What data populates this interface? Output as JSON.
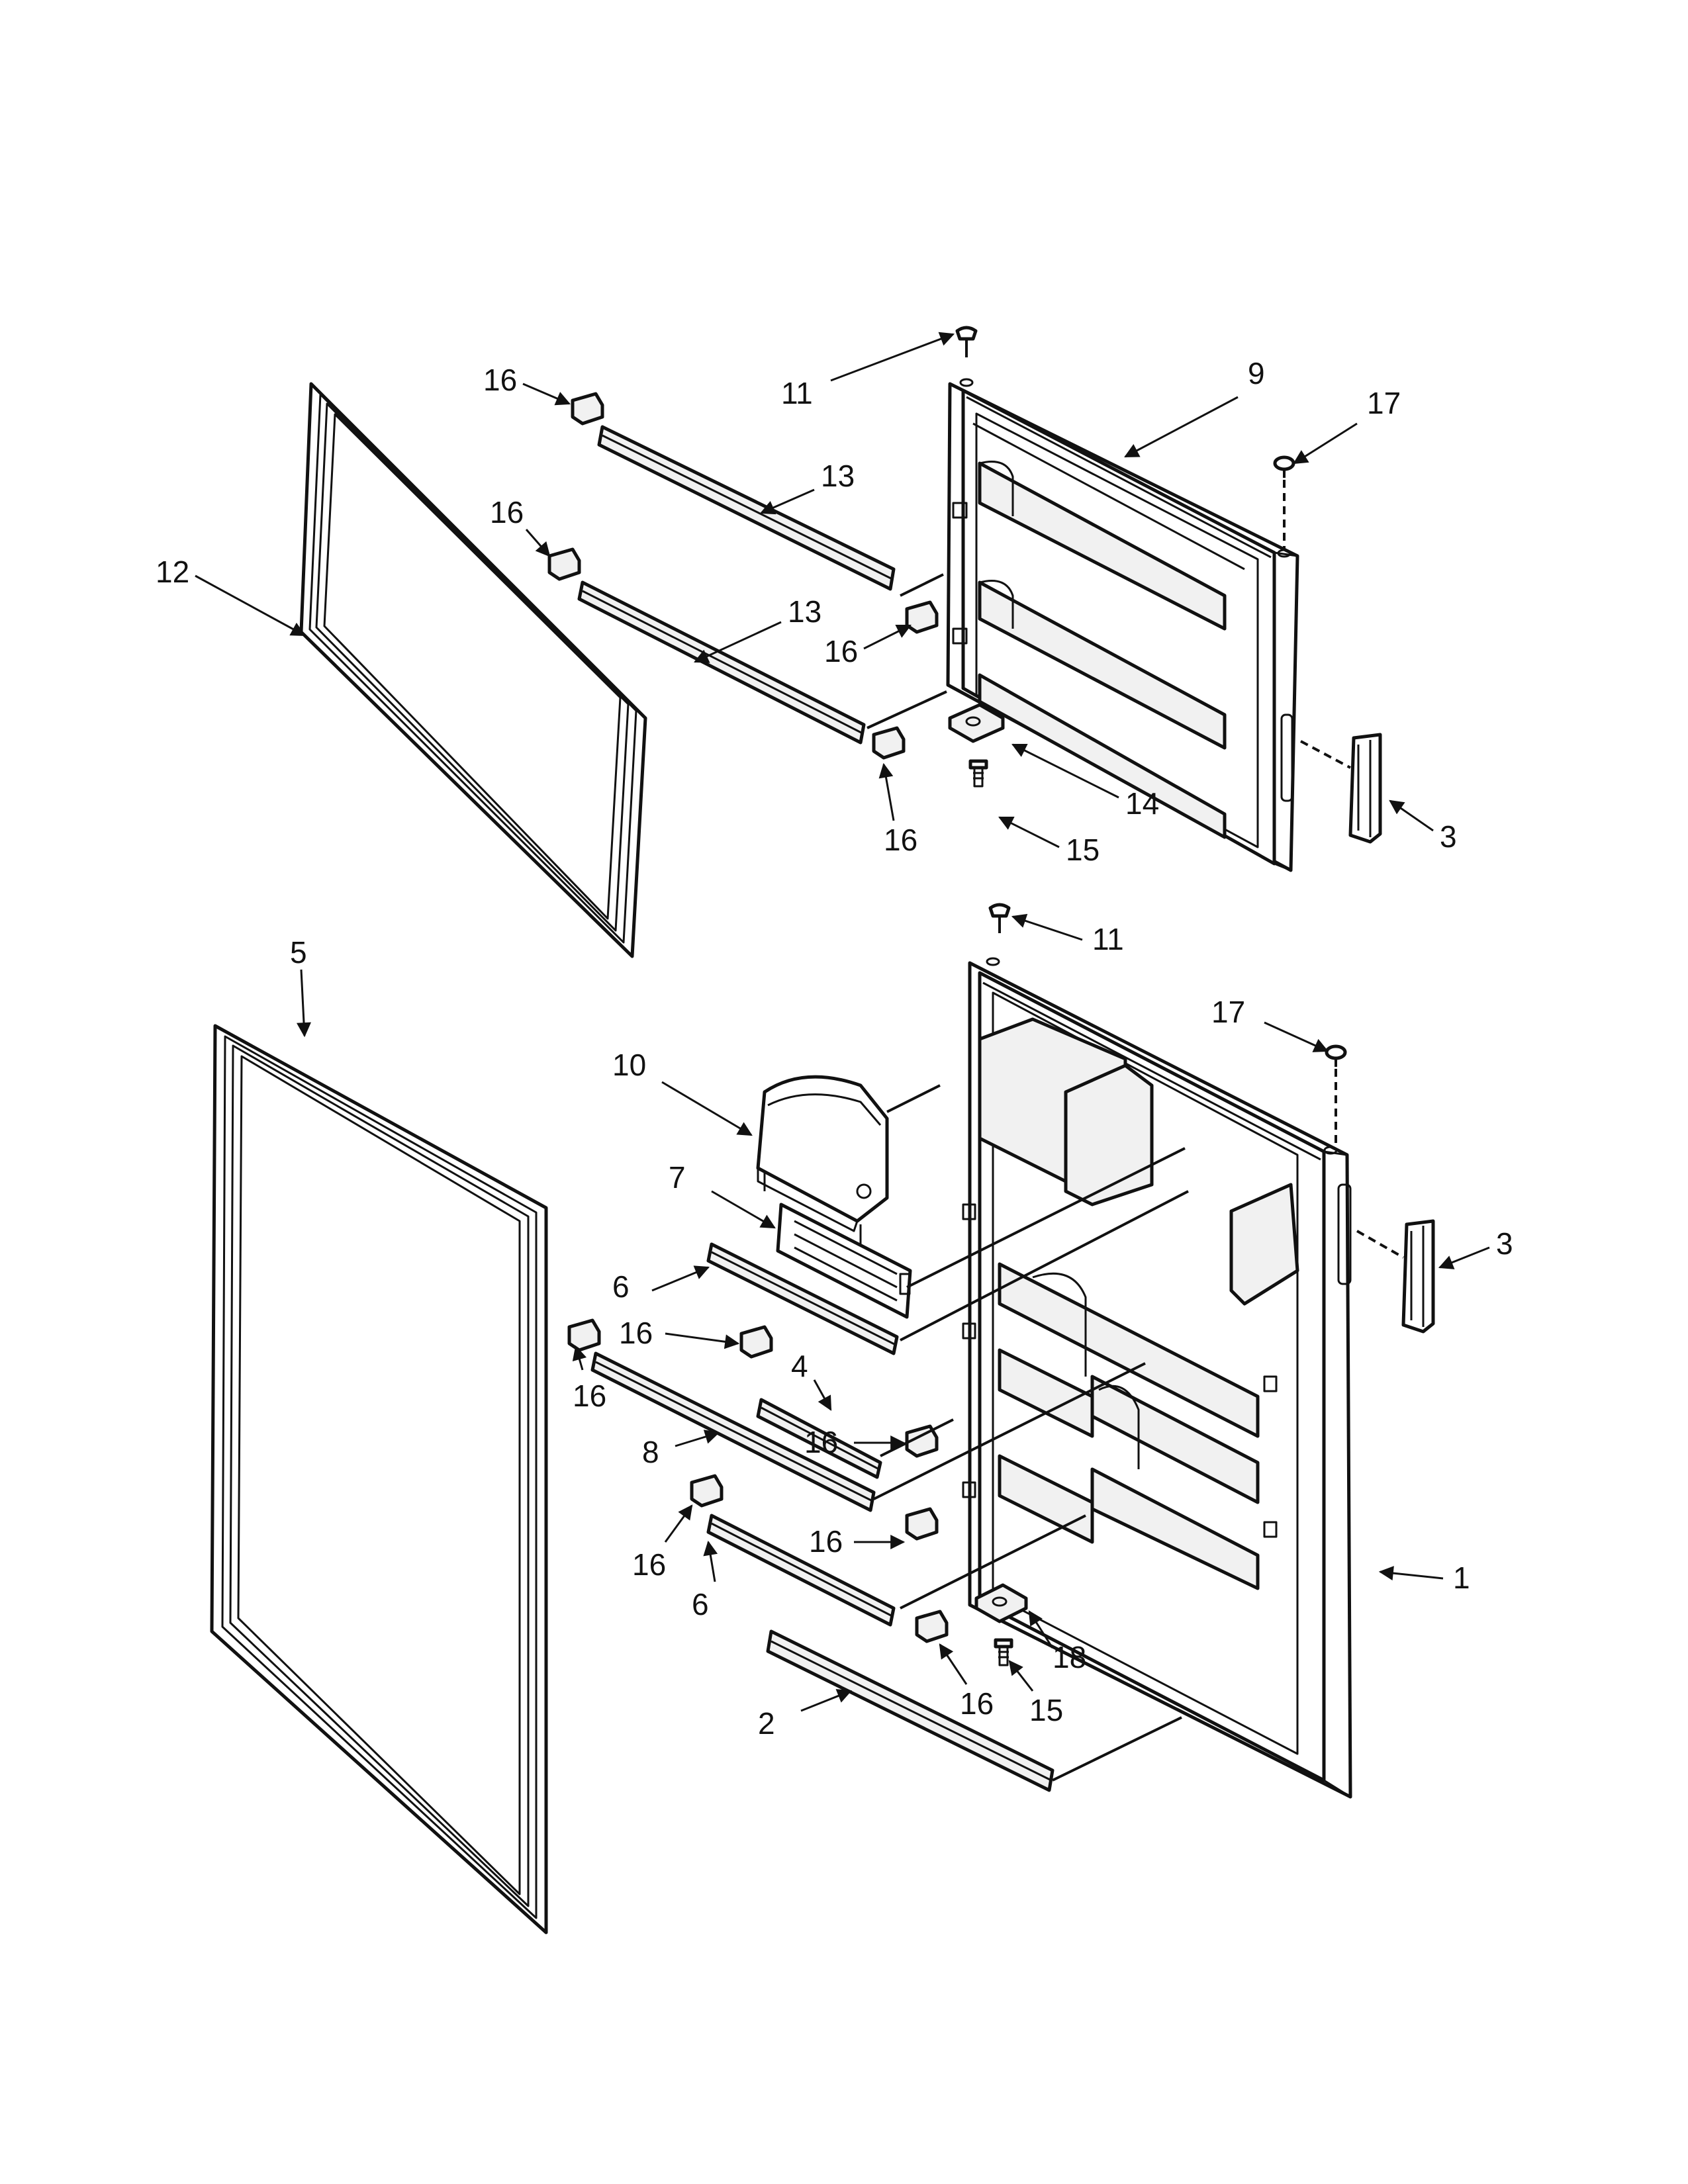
{
  "callouts": {
    "c1": "1",
    "c2": "2",
    "c3a": "3",
    "c3b": "3",
    "c4": "4",
    "c5": "5",
    "c6a": "6",
    "c6b": "6",
    "c7": "7",
    "c8": "8",
    "c9": "9",
    "c10": "10",
    "c11a": "11",
    "c11b": "11",
    "c12": "12",
    "c13a": "13",
    "c13b": "13",
    "c14": "14",
    "c15a": "15",
    "c15b": "15",
    "c16a": "16",
    "c16b": "16",
    "c16c": "16",
    "c16d": "16",
    "c16e": "16",
    "c16f": "16",
    "c16g": "16",
    "c16h": "16",
    "c16i": "16",
    "c16j": "16",
    "c17a": "17",
    "c17b": "17",
    "c18": "18"
  }
}
